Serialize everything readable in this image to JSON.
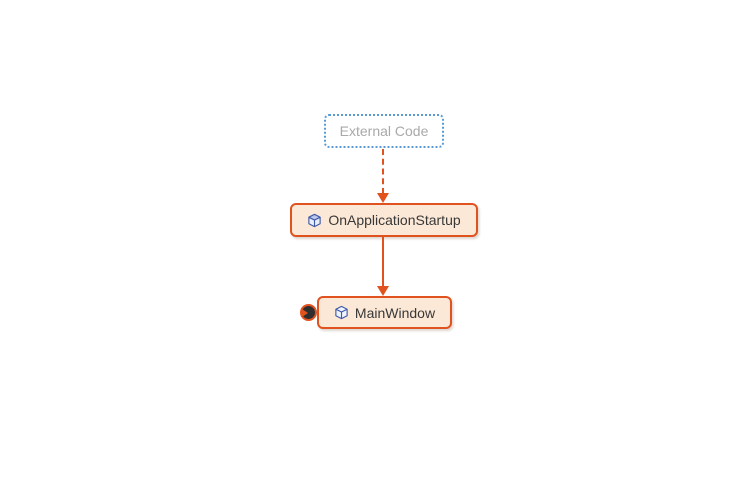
{
  "diagram": {
    "type": "dependency-graph",
    "background": "#ffffff",
    "nodes": {
      "external_code": {
        "label": "External Code",
        "border_style": "dotted",
        "border_color": "#5b9bd5",
        "fill": "#ffffff",
        "text_color": "#a9a9a9"
      },
      "on_application_startup": {
        "label": "OnApplicationStartup",
        "icon": "code-element-cube-icon",
        "border_color": "#e0531f",
        "fill": "#fce8d6",
        "text_color": "#383838"
      },
      "main_window": {
        "label": "MainWindow",
        "icon": "code-element-cube-icon",
        "badge": "entry-point-marker",
        "border_color": "#e0531f",
        "fill": "#fce8d6",
        "text_color": "#383838"
      }
    },
    "edges": [
      {
        "from": "external_code",
        "to": "on_application_startup",
        "style": "dashed",
        "color": "#e0531f",
        "arrowhead": "filled-triangle-down"
      },
      {
        "from": "on_application_startup",
        "to": "main_window",
        "style": "solid",
        "color": "#e0531f",
        "arrowhead": "filled-triangle-down"
      }
    ],
    "colors": {
      "edge_orange": "#e0531f",
      "icon_blue": "#4058a8",
      "badge_dark": "#2e2e2e"
    }
  }
}
